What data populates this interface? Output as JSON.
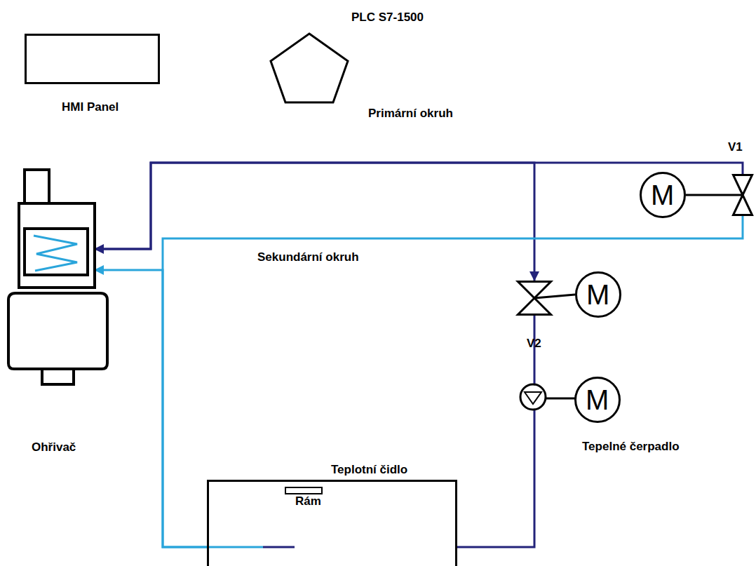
{
  "diagram": {
    "nodes": [
      {
        "text": [
          "HMI Panel"
        ]
      },
      {
        "text": [
          "PLC S7-1500"
        ]
      },
      {
        "text": [
          "Ohřivač"
        ]
      },
      {
        "text": [
          "V1"
        ]
      },
      {
        "text": [
          "M"
        ]
      },
      {
        "text": [
          "V2"
        ]
      },
      {
        "text": [
          "M"
        ]
      },
      {
        "text": [
          "M"
        ]
      },
      {
        "text": [
          "Rám"
        ]
      }
    ],
    "edges": [
      {
        "from": 3,
        "to": 2,
        "arrow": "to"
      },
      {
        "from": 2,
        "to": 5,
        "arrow": "to"
      },
      {
        "from": 5,
        "to": 8,
        "arrow": "none"
      },
      {
        "from": 3,
        "to": 8,
        "arrow": "none"
      },
      {
        "from": 8,
        "to": 2,
        "arrow": "to"
      },
      {
        "from": 3,
        "to": 4,
        "arrow": "none"
      },
      {
        "from": 5,
        "to": 6,
        "arrow": "none"
      }
    ],
    "labels": [
      "Primární okruh",
      "Sekundární okruh",
      "Teplotní čidlo",
      "Tepelné čerpadlo"
    ]
  }
}
